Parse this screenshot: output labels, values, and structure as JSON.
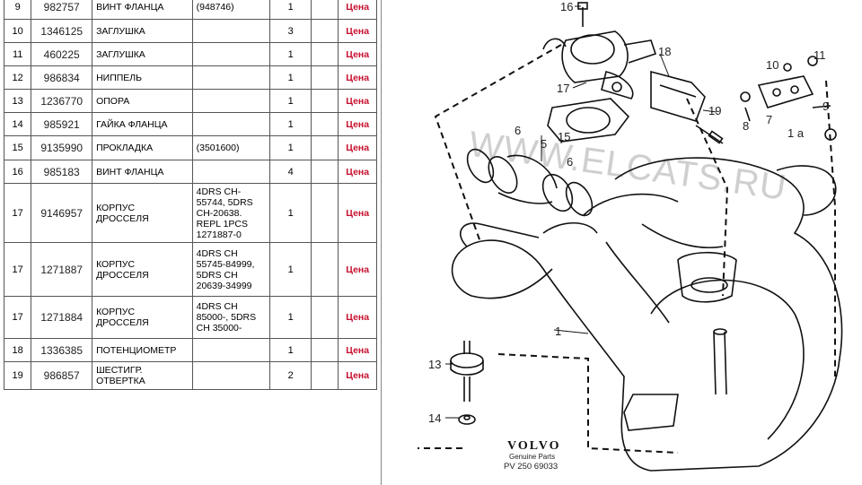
{
  "parts_table": {
    "rows": [
      {
        "pos": "9",
        "part_no": "982757",
        "name": "ВИНТ ФЛАНЦА",
        "note": "(948746)",
        "qty": "1",
        "price": "Цена"
      },
      {
        "pos": "10",
        "part_no": "1346125",
        "name": "ЗАГЛУШКА",
        "note": "",
        "qty": "3",
        "price": "Цена"
      },
      {
        "pos": "11",
        "part_no": "460225",
        "name": "ЗАГЛУШКА",
        "note": "",
        "qty": "1",
        "price": "Цена"
      },
      {
        "pos": "12",
        "part_no": "986834",
        "name": "НИППЕЛЬ",
        "note": "",
        "qty": "1",
        "price": "Цена"
      },
      {
        "pos": "13",
        "part_no": "1236770",
        "name": "ОПОРА",
        "note": "",
        "qty": "1",
        "price": "Цена"
      },
      {
        "pos": "14",
        "part_no": "985921",
        "name": "ГАЙКА ФЛАНЦА",
        "note": "",
        "qty": "1",
        "price": "Цена"
      },
      {
        "pos": "15",
        "part_no": "9135990",
        "name": "ПРОКЛАДКА",
        "note": "(3501600)",
        "qty": "1",
        "price": "Цена"
      },
      {
        "pos": "16",
        "part_no": "985183",
        "name": "ВИНТ ФЛАНЦА",
        "note": "",
        "qty": "4",
        "price": "Цена"
      },
      {
        "pos": "17",
        "part_no": "9146957",
        "name": "КОРПУС ДРОССЕЛЯ",
        "note": "4DRS CH-55744, 5DRS CH-20638. REPL 1PCS 1271887-0",
        "qty": "1",
        "price": "Цена"
      },
      {
        "pos": "17",
        "part_no": "1271887",
        "name": "КОРПУС ДРОССЕЛЯ",
        "note": "4DRS CH 55745-84999, 5DRS CH 20639-34999",
        "qty": "1",
        "price": "Цена"
      },
      {
        "pos": "17",
        "part_no": "1271884",
        "name": "КОРПУС ДРОССЕЛЯ",
        "note": "4DRS CH 85000-, 5DRS CH 35000-",
        "qty": "1",
        "price": "Цена"
      },
      {
        "pos": "18",
        "part_no": "1336385",
        "name": "ПОТЕНЦИОМЕТР",
        "note": "",
        "qty": "1",
        "price": "Цена"
      },
      {
        "pos": "19",
        "part_no": "986857",
        "name": "ШЕСТИГР. ОТВЕРТКА",
        "note": "",
        "qty": "2",
        "price": "Цена"
      }
    ]
  },
  "diagram": {
    "watermark": "WWW.ELCATS.RU",
    "brand": "VOLVO",
    "brand_sub": "Genuine Parts",
    "brand_code": "PV 250  69033",
    "callouts": [
      "16",
      "18",
      "17",
      "19",
      "10",
      "11",
      "8",
      "7",
      "9",
      "1 a",
      "6",
      "5",
      "15",
      "6",
      "1",
      "13",
      "14"
    ]
  },
  "colors": {
    "price_red": "#c8102e",
    "border": "#555555"
  }
}
